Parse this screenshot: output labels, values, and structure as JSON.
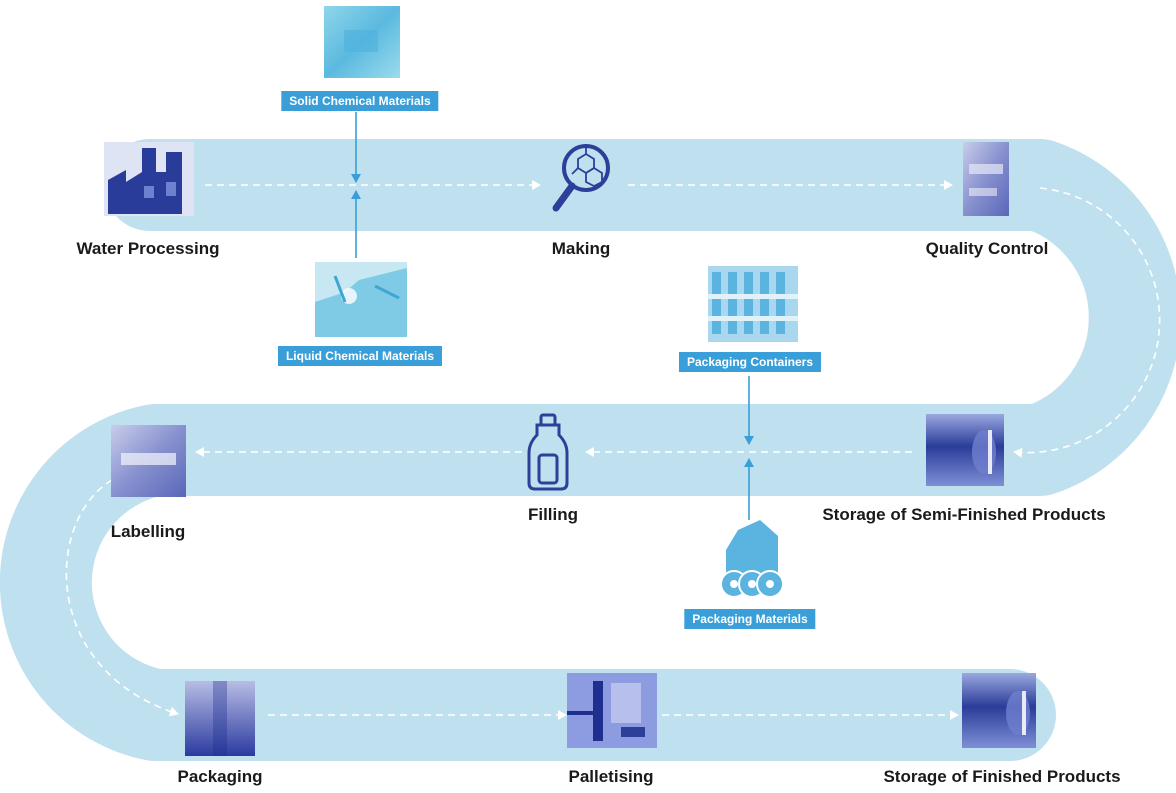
{
  "colors": {
    "track": "#bfe0ee",
    "flow_arrow": "#ffffff",
    "input_arrow": "#3a9fd8",
    "tag_bg": "#3a9fd8",
    "icon_dark": "#2e3f9a",
    "icon_mid": "#7e8ed2"
  },
  "steps": {
    "water_processing": {
      "label": "Water Processing",
      "icon": "factory-icon"
    },
    "making": {
      "label": "Making",
      "icon": "magnifier-molecule-icon"
    },
    "quality_control": {
      "label": "Quality Control",
      "icon": "quality-check-icon"
    },
    "storage_semi": {
      "label": "Storage of Semi-Finished Products",
      "icon": "tank-icon"
    },
    "filling": {
      "label": "Filling",
      "icon": "bottle-icon"
    },
    "labelling": {
      "label": "Labelling",
      "icon": "label-icon"
    },
    "packaging": {
      "label": "Packaging",
      "icon": "box-icon"
    },
    "palletising": {
      "label": "Palletising",
      "icon": "pallet-icon"
    },
    "storage_finished": {
      "label": "Storage of Finished Products",
      "icon": "tank-icon"
    }
  },
  "inputs": {
    "solid_chemicals": {
      "label": "Solid Chemical Materials",
      "icon": "solid-chemicals-icon"
    },
    "liquid_chemicals": {
      "label": "Liquid Chemical Materials",
      "icon": "liquid-chemicals-icon"
    },
    "packaging_containers": {
      "label": "Packaging Containers",
      "icon": "containers-icon"
    },
    "packaging_materials": {
      "label": "Packaging Materials",
      "icon": "material-rolls-icon"
    }
  }
}
